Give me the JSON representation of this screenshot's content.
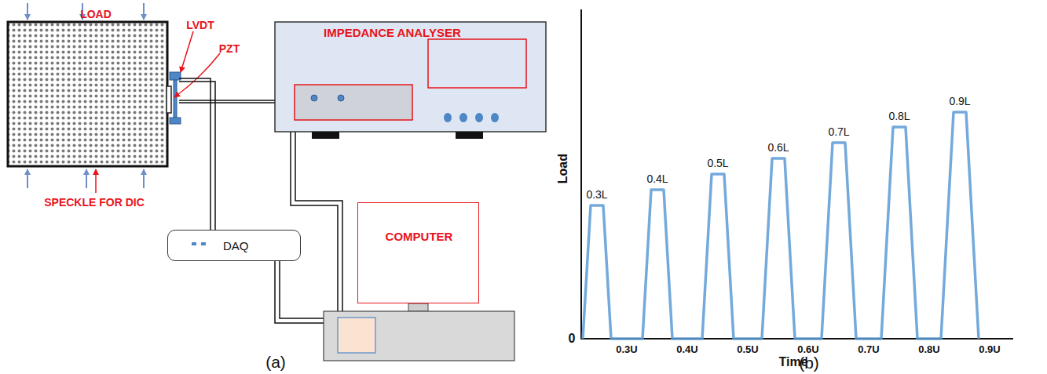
{
  "diagram": {
    "nodes": [
      {
        "text": [
          "IMPEDANCE ANALYSER"
        ]
      },
      {
        "text": [
          "DAQ"
        ]
      },
      {
        "text": [
          "COMPUTER"
        ]
      }
    ],
    "labels": [
      "LOAD",
      "LVDT",
      "PZT",
      "SPECKLE FOR DIC",
      "0.3L",
      "0.4L",
      "0.5L",
      "0.6L",
      "0.7L",
      "0.8L",
      "0.9L",
      "0",
      "0.3U",
      "0.4U",
      "0.5U",
      "0.6U",
      "0.7U",
      "0.8U",
      "0.9U",
      "Load",
      "Time",
      "(a)",
      "(b)"
    ]
  }
}
